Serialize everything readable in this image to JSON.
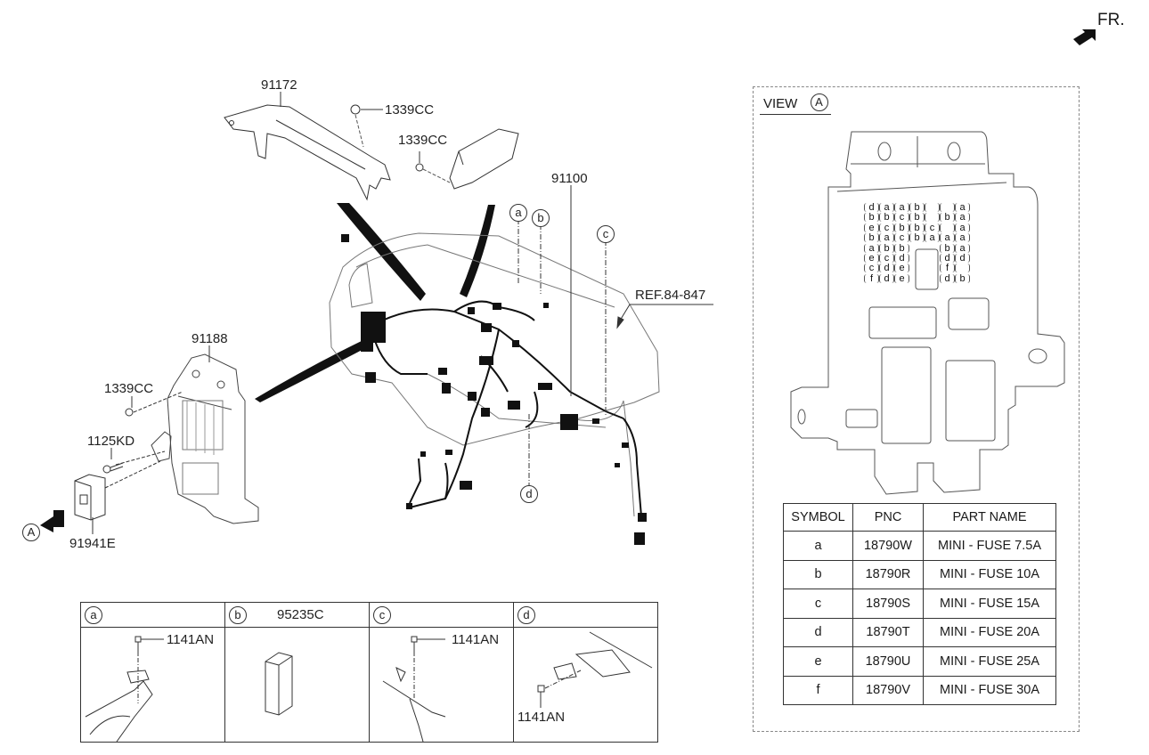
{
  "orientation_marker": {
    "label": "FR.",
    "icon": "front-arrow-icon"
  },
  "main_diagram": {
    "callouts": [
      {
        "id": "91172",
        "label": "91172"
      },
      {
        "id": "1339CC-top",
        "label": "1339CC"
      },
      {
        "id": "1339CC-mid",
        "label": "1339CC"
      },
      {
        "id": "91100",
        "label": "91100"
      },
      {
        "id": "ref",
        "label": "REF.84-847"
      },
      {
        "id": "91188",
        "label": "91188"
      },
      {
        "id": "1339CC-left",
        "label": "1339CC"
      },
      {
        "id": "1125KD",
        "label": "1125KD"
      },
      {
        "id": "91941E",
        "label": "91941E"
      }
    ],
    "detail_markers": [
      "a",
      "b",
      "c",
      "d"
    ],
    "view_marker": "A"
  },
  "view_a": {
    "title": "VIEW",
    "marker": "A",
    "fuse_rows": [
      [
        "d",
        "a",
        "a",
        "b",
        "",
        "",
        "a"
      ],
      [
        "b",
        "b",
        "c",
        "b",
        "",
        "b",
        "a"
      ],
      [
        "e",
        "c",
        "b",
        "b",
        "c",
        "",
        "a"
      ],
      [
        "b",
        "a",
        "c",
        "b",
        "a",
        "a",
        "a"
      ],
      [
        "a",
        "b",
        "b",
        "",
        "",
        "b",
        "a"
      ],
      [
        "e",
        "c",
        "d",
        "",
        "",
        "d",
        "d"
      ],
      [
        "c",
        "d",
        "e",
        "",
        "",
        "f",
        ""
      ],
      [
        "f",
        "d",
        "e",
        "",
        "",
        "d",
        "b"
      ]
    ],
    "table": {
      "headers": [
        "SYMBOL",
        "PNC",
        "PART NAME"
      ],
      "rows": [
        {
          "symbol": "a",
          "pnc": "18790W",
          "part_name": "MINI - FUSE 7.5A"
        },
        {
          "symbol": "b",
          "pnc": "18790R",
          "part_name": "MINI - FUSE 10A"
        },
        {
          "symbol": "c",
          "pnc": "18790S",
          "part_name": "MINI - FUSE 15A"
        },
        {
          "symbol": "d",
          "pnc": "18790T",
          "part_name": "MINI - FUSE 20A"
        },
        {
          "symbol": "e",
          "pnc": "18790U",
          "part_name": "MINI - FUSE 25A"
        },
        {
          "symbol": "f",
          "pnc": "18790V",
          "part_name": "MINI - FUSE 30A"
        }
      ]
    }
  },
  "details": [
    {
      "marker": "a",
      "header_label": "",
      "part_label": "1141AN"
    },
    {
      "marker": "b",
      "header_label": "95235C",
      "part_label": ""
    },
    {
      "marker": "c",
      "header_label": "",
      "part_label": "1141AN"
    },
    {
      "marker": "d",
      "header_label": "",
      "part_label": "1141AN"
    }
  ]
}
